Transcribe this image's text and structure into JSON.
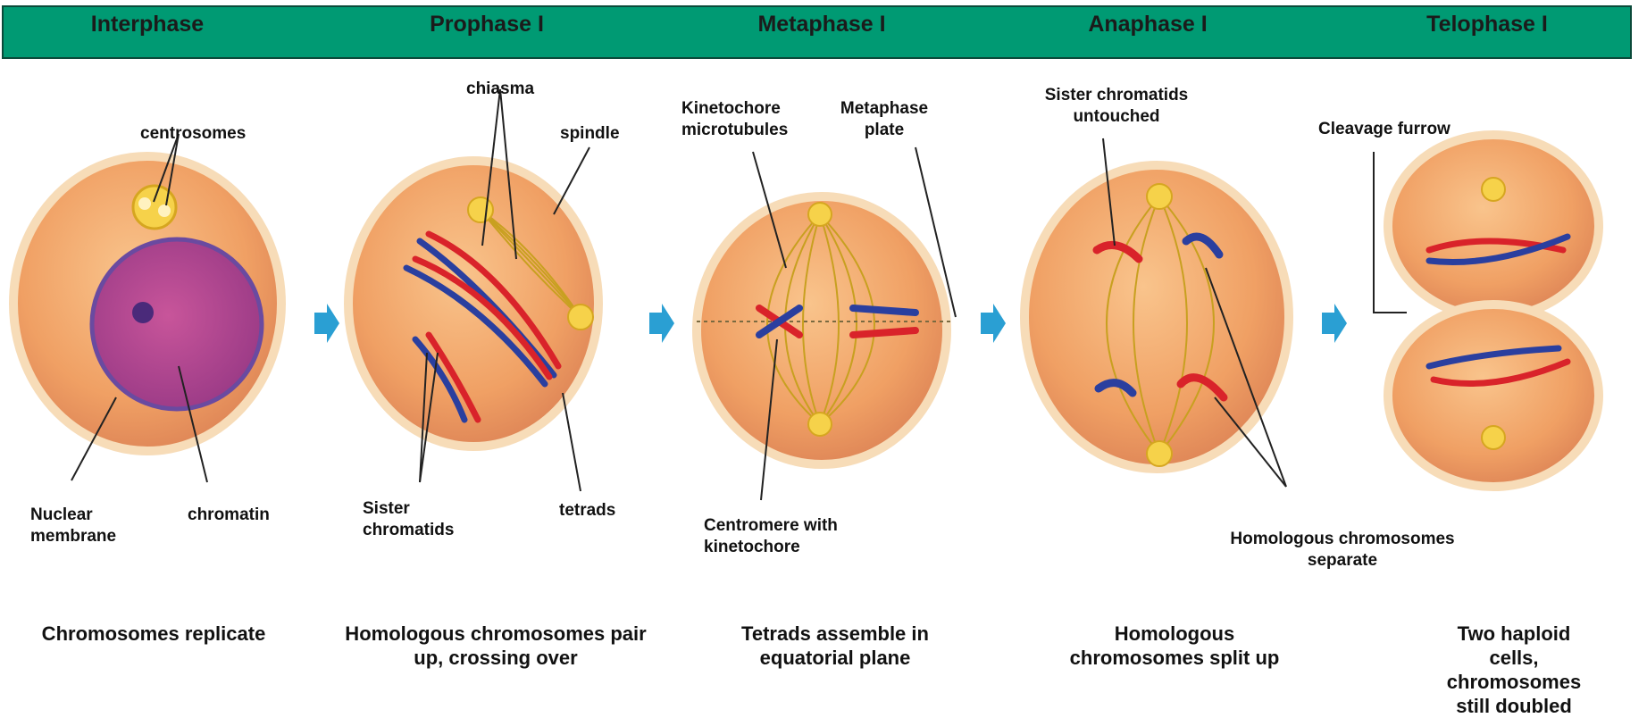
{
  "phases": [
    {
      "title": "Interphase",
      "caption": "Chromosomes replicate"
    },
    {
      "title": "Prophase I",
      "caption": "Homologous chromosomes pair\nup, crossing over"
    },
    {
      "title": "Metaphase  I",
      "caption": "Tetrads assemble in\nequatorial plane"
    },
    {
      "title": "Anaphase I",
      "caption": "Homologous\nchromosomes split up"
    },
    {
      "title": "Telophase I",
      "caption": "Two haploid cells,\nchromosomes still doubled"
    }
  ],
  "labels": {
    "centrosomes": "centrosomes",
    "nuclear_membrane": "Nuclear\nmembrane",
    "chromatin": "chromatin",
    "chiasma": "chiasma",
    "spindle": "spindle",
    "sister_chromatids": "Sister\nchromatids",
    "tetrads": "tetrads",
    "kinetochore_microtubules": "Kinetochore\nmicrotubules",
    "metaphase_plate": "Metaphase\nplate",
    "centromere": "Centromere with\nkinetochore",
    "sister_untouched": "Sister chromatids\nuntouched",
    "homologous_separate": "Homologous chromosomes\nseparate",
    "cleavage_furrow": "Cleavage furrow"
  },
  "colors": {
    "header": "#009a73",
    "cell_fill": "#f2a46c",
    "cell_edge": "#d88a58",
    "arrow": "#2a9fd3",
    "chromosome_red": "#d9232a",
    "chromosome_blue": "#2a3f9f",
    "spindle_fiber": "#c8a020"
  }
}
